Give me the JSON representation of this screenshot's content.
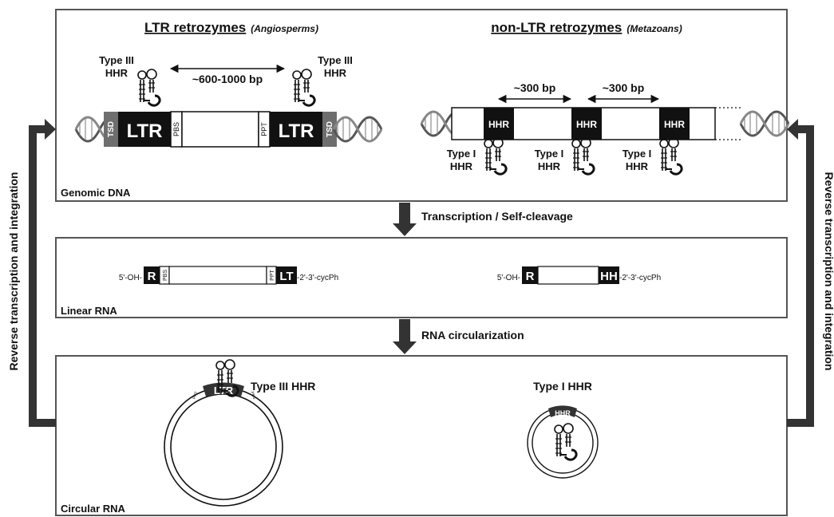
{
  "panels": {
    "genomic": {
      "label": "Genomic DNA",
      "ltr_title": "LTR retrozymes",
      "ltr_taxon": "(Angiosperms)",
      "nonltr_title": "non-LTR retrozymes",
      "nonltr_taxon": "(Metazoans)",
      "type3_line1": "Type III",
      "type3_line2": "HHR",
      "ltr_distance": "~600-1000 bp",
      "ltr_block": "LTR",
      "tsd": "TSD",
      "pbs": "PBS",
      "ppt": "PPT",
      "hhr_block": "HHR",
      "spacing": "~300 bp",
      "type1_line1": "Type I",
      "type1_line2": "HHR"
    },
    "linear": {
      "label": "Linear RNA",
      "five_prime": "5'-OH-",
      "three_prime": "-2'-3'-cycPh",
      "r_block": "R",
      "lt_block": "LT",
      "hh_block": "HH",
      "pbs": "PBS",
      "ppt": "PPT"
    },
    "circular": {
      "label": "Circular RNA",
      "ltr_block": "LTR",
      "type3_label": "Type III HHR",
      "hhr_block": "HHR",
      "type1_label": "Type I HHR",
      "pbs": "PBS",
      "ppt": "PPT"
    }
  },
  "steps": {
    "transcription": "Transcription / Self-cleavage",
    "circularization": "RNA circularization",
    "reverse_left": "Reverse transcription and integration",
    "reverse_right": "Reverse transcription and integration"
  },
  "colors": {
    "block": "#111111",
    "tsd": "#6e6e6e",
    "arrow": "#333333",
    "frame": "#555555"
  }
}
